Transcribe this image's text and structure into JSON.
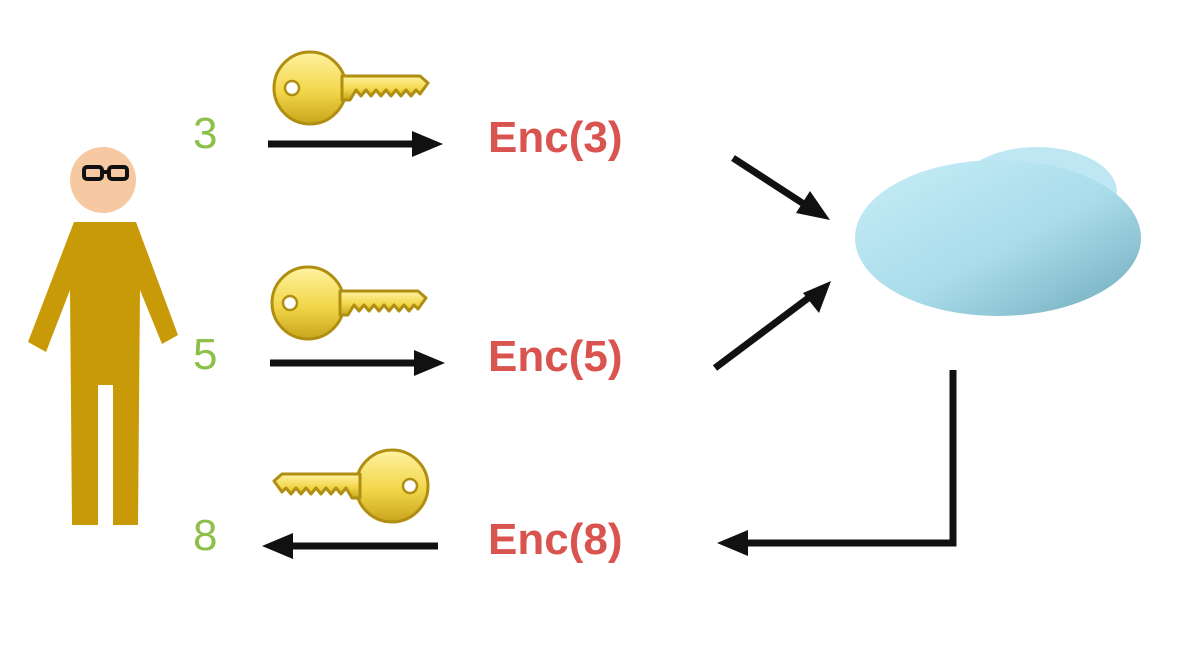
{
  "values": {
    "input_a": "3",
    "input_b": "5",
    "output": "8"
  },
  "ciphertexts": {
    "enc_a": "Enc(3)",
    "enc_b": "Enc(5)",
    "enc_out": "Enc(8)"
  },
  "colors": {
    "plaintext": "#8cc04a",
    "ciphertext": "#d9534f",
    "person_body": "#c99a08",
    "person_skin": "#f6c9a3",
    "key": "#f2d64a",
    "cloud": "#a9dcea",
    "arrow": "#111111"
  },
  "icons": {
    "person": "person-with-glasses-icon",
    "key": "key-icon",
    "cloud": "cloud-icon"
  }
}
